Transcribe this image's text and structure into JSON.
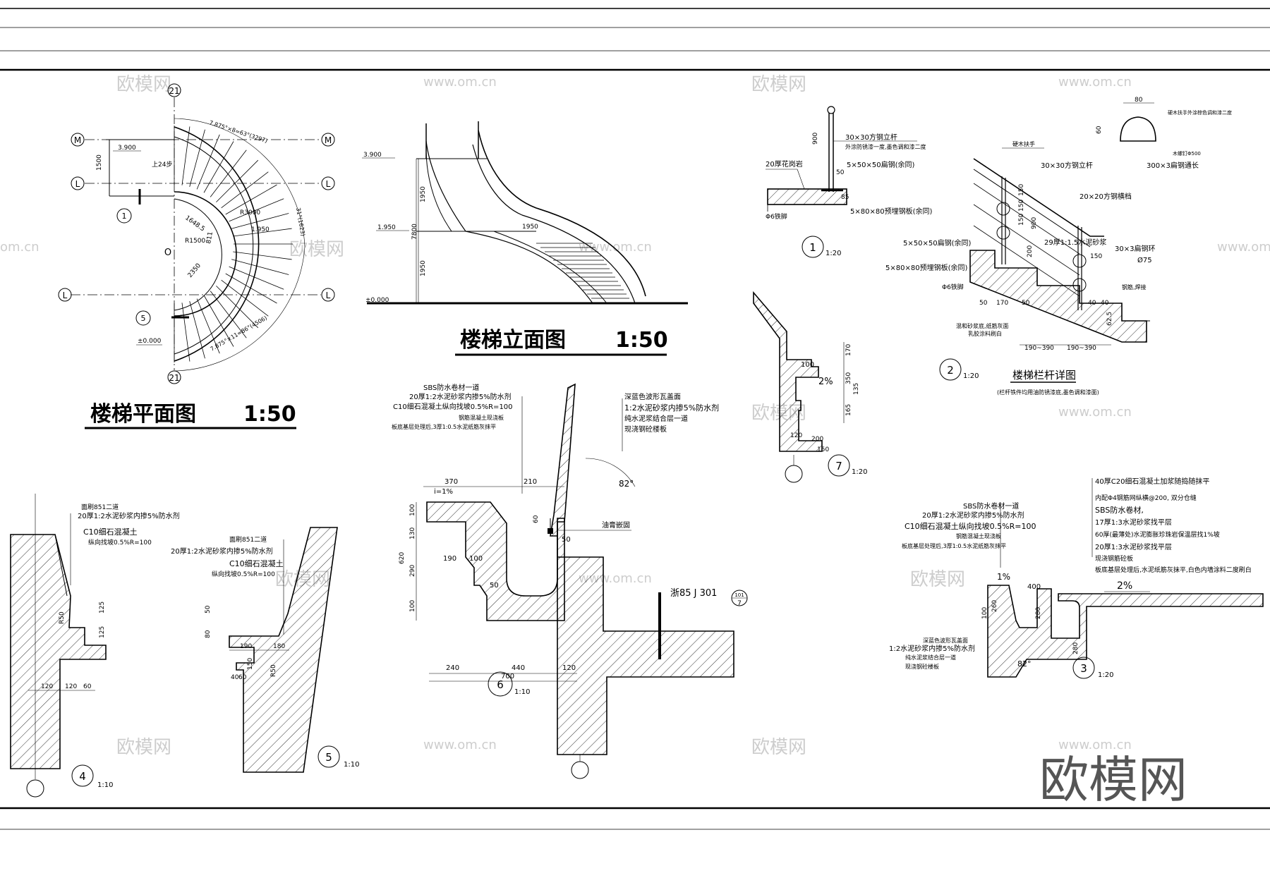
{
  "watermark": {
    "site_cn": "欧模网",
    "site_url": "www.om.cn",
    "site_url_partial": "om.cn",
    "logo_text": "欧模网"
  },
  "plan": {
    "title": "楼梯平面图",
    "scale": "1:50",
    "axis_top": "21",
    "axis_bottom": "21",
    "axis_m": "M",
    "axis_l": "L",
    "axis_o": "O",
    "elev_top": "3.900",
    "elev_mid": "1.950",
    "elev_bottom": "±0.000",
    "dim_1500": "1500",
    "up_label": "上24步",
    "dim_1648": "1648.5",
    "dim_r1500": "R1500",
    "dim_811": "811",
    "dim_r3000": "R3000",
    "dim_2350": "2350",
    "arc_top": "7.875°×8=63°(3297)",
    "arc_right": "31°(1623)",
    "arc_bottom": "7.875°×11=86°(4506)",
    "sec_1": "1",
    "sec_2": "5"
  },
  "elevation": {
    "title": "楼梯立面图",
    "scale": "1:50",
    "elev_top": "3.900",
    "elev_mid": "1.950",
    "elev_bottom": "±0.000",
    "dim_1950_a": "1950",
    "dim_7800": "7800",
    "dim_1950_b": "1950",
    "mid_label": "1950"
  },
  "detail1": {
    "num": "1",
    "scale": "1:20",
    "dim_900": "900",
    "dim_50": "50",
    "dim_85": "85",
    "note_1": "30×30方钢立杆",
    "note_1b": "外涂防锈漆一度,墨色调和漆二度",
    "note_2": "20厚花岗岩",
    "note_3": "5×50×50扁钢(余同)",
    "note_4": "5×80×80预埋钢板(余同)",
    "note_5": "Φ6铁脚"
  },
  "detail2": {
    "num": "2",
    "scale": "1:20",
    "title": "楼梯栏杆详图",
    "subtitle": "(栏杆铁件均用油防锈漆底,墨色调和漆面)",
    "dim_80": "80",
    "dim_60": "60",
    "note_top": "硬木扶手外涂棕色调和漆二度",
    "note_bolt": "木螺钉Φ500",
    "note_flat": "300×3扁钢通长",
    "note_handrail": "硬木扶手",
    "note_post": "30×30方钢立杆",
    "note_20x20": "20×20方钢横档",
    "dim_150a": "150",
    "dim_150b": "150",
    "dim_150c": "150",
    "dim_900": "900",
    "dim_200": "200",
    "note_29": "29厚1:1.5水泥砂浆",
    "note_5x50": "5×50×50扁钢(余同)",
    "note_30x3": "30×3扁钢环",
    "dim_150d": "150",
    "dim_75": "Ø75",
    "note_5x80": "5×80×80预埋钢板(余同)",
    "note_phi6": "Φ6铁脚",
    "note_steel": "钢筋,焊接",
    "dim_50a": "50",
    "dim_170": "170",
    "dim_50b": "50",
    "dim_40a": "40",
    "dim_40b": "40",
    "dim_62_5": "62.5",
    "note_mix": "混和砂浆底,纸筋灰面",
    "note_paint": "乳胶涂料刷白",
    "dim_190a": "190~390",
    "dim_190b": "190~390"
  },
  "detail7": {
    "num": "7",
    "scale": "1:20",
    "dim_100": "100",
    "slope": "2%",
    "dim_170": "170",
    "dim_350": "350",
    "dim_135": "135",
    "dim_165": "165",
    "dim_120": "120",
    "dim_200": "200",
    "dim_150": "150"
  },
  "detail6": {
    "num": "6",
    "scale": "1:10",
    "note_l1": "SBS防水卷材一道",
    "note_l2": "20厚1:2水泥砂浆内掺5%防水剂",
    "note_l3": "C10细石混凝土纵向找坡0.5%R=100",
    "note_l4": "钢筋混凝土现浇板",
    "note_l5": "板底基层处理后,3厚1:0.5水泥纸筋灰抹平",
    "note_r1": "深蓝色波形瓦盖面",
    "note_r2": "1:2水泥砂浆内掺5%防水剂",
    "note_r3": "纯水泥浆结合层一道",
    "note_r4": "现浇钢砼楼板",
    "dim_370": "370",
    "dim_210": "210",
    "slope": "i=1%",
    "angle": "82°",
    "dim_100a": "100",
    "dim_130": "130",
    "dim_620": "620",
    "dim_290": "290",
    "dim_100b": "100",
    "dim_190": "190",
    "dim_100c": "100",
    "dim_50a": "50",
    "dim_60": "60",
    "dim_50b": "50",
    "note_oil": "油膏嵌固",
    "ref": "浙85 J 301",
    "ref_num": "7",
    "ref_sheet": "101",
    "dim_240": "240",
    "dim_440": "440",
    "dim_120": "120",
    "dim_700": "700"
  },
  "detail4": {
    "num": "4",
    "scale": "1:10",
    "note_1": "面刷851二道",
    "note_2": "20厚1:2水泥砂浆内掺5%防水剂",
    "note_3": "C10细石混凝土",
    "note_4": "纵向找坡0.5%R=100",
    "dim_r50": "R50",
    "dim_125a": "125",
    "dim_125b": "125",
    "dim_120a": "120",
    "dim_120b": "120",
    "dim_60": "60"
  },
  "detail5": {
    "num": "5",
    "scale": "1:10",
    "note_1": "面刷851二道",
    "note_2": "20厚1:2水泥砂浆内掺5%防水剂",
    "note_3": "C10细石混凝土",
    "note_4": "纵向找坡0.5%R=100",
    "dim_190": "190",
    "dim_180": "180",
    "dim_50": "50",
    "dim_80": "80",
    "dim_150": "150",
    "dim_r50": "R50",
    "dim_40": "40",
    "dim_60": "60"
  },
  "detail3": {
    "num": "3",
    "scale": "1:20",
    "note_r1": "40厚C20细石混凝土加浆随捣随抹平",
    "note_r2": "内配Φ4钢筋网纵横@200, 双分仓缝",
    "note_r3": "SBS防水卷材,",
    "note_r4": "17厚1:3水泥砂浆找平层",
    "note_r5": "60厚(最薄处)水泥膨胀珍珠岩保温层找1%坡",
    "note_r6": "20厚1:3水泥砂浆找平层",
    "note_r7": "现浇钢筋砼板",
    "note_r8": "板底基层处理后,水泥纸筋灰抹平,白色内墙涂料二度刷白",
    "note_l1": "SBS防水卷材一道",
    "note_l2": "20厚1:2水泥砂浆内掺5%防水剂",
    "note_l3": "C10细石混凝土纵向找坡0.5%R=100",
    "note_l4": "钢筋混凝土现浇板",
    "note_l5": "板底基层处理后,3厚1:0.5水泥纸筋灰抹平",
    "note_b1": "深蓝色波形瓦盖面",
    "note_b2": "1:2水泥砂浆内掺5%防水剂",
    "note_b3": "纯水泥浆结合层一道",
    "note_b4": "现浇钢砼楼板",
    "slope_1": "1%",
    "dim_400": "400",
    "slope_2": "2%",
    "dim_100": "100",
    "dim_260": "260",
    "dim_280a": "280",
    "dim_280b": "280",
    "angle": "82°"
  }
}
